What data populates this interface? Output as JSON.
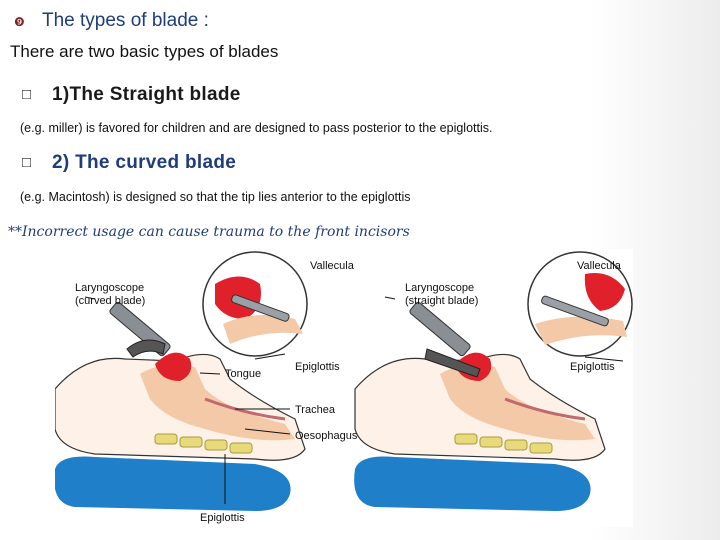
{
  "slide": {
    "title_bullet": "❾",
    "title": "The types of blade :",
    "subtitle": "There are two basic  types of blades",
    "box_icon": "□",
    "blade1": {
      "heading": "1)The Straight blade",
      "note": "(e.g. miller)  is favored for children and are designed to pass posterior to the epiglottis."
    },
    "blade2": {
      "heading": "2) The curved blade",
      "note": "(e.g. Macintosh) is designed so that the tip lies anterior to the epiglottis"
    },
    "warning": "**Incorrect usage can cause trauma to the front incisors"
  },
  "figure": {
    "left": {
      "laryngoscope_label_1": "Laryngoscope",
      "laryngoscope_label_2": "(curved blade)",
      "vallecula": "Vallecula",
      "tongue": "Tongue",
      "epiglottis_inset": "Epiglottis",
      "trachea": "Trachea",
      "oesophagus": "Oesophagus",
      "epiglottis_bottom": "Epiglottis"
    },
    "right": {
      "laryngoscope_label_1": "Laryngoscope",
      "laryngoscope_label_2": "(straight blade)",
      "vallecula": "Vallecula",
      "epiglottis_inset": "Epiglottis"
    }
  },
  "colors": {
    "title": "#1f3d7a",
    "skin": "#f3c9a8",
    "blood": "#e0202a",
    "pillow": "#1f7fc8",
    "spine": "#e8d97a",
    "metal": "#8a8f96"
  }
}
